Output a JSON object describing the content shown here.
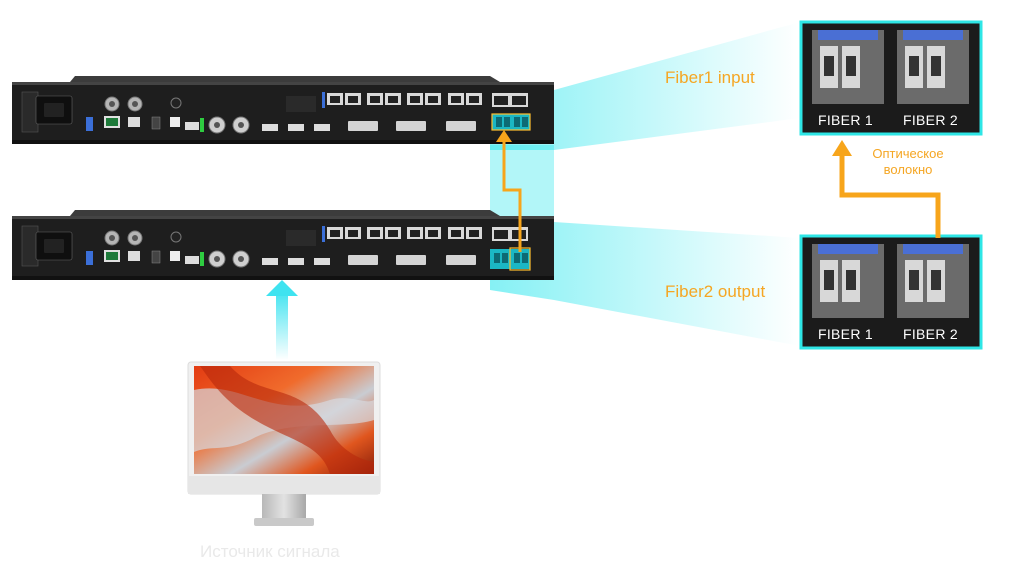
{
  "labels": {
    "fiber1_input": "Fiber1 input",
    "fiber2_output": "Fiber2 output",
    "cable": "Оптическое волокно",
    "source": "Источник сигнала"
  },
  "fiber_panels": [
    {
      "ports": [
        "FIBER 1",
        "FIBER 2"
      ]
    },
    {
      "ports": [
        "FIBER 1",
        "FIBER 2"
      ]
    }
  ],
  "colors": {
    "highlight": "#2ee6e6",
    "cable": "#f7a51b",
    "signal_arrow": "#3fe3f0",
    "label": "#f5a623"
  },
  "icons": {
    "devices": "rack-controller",
    "monitor": "desktop-monitor-icon"
  }
}
